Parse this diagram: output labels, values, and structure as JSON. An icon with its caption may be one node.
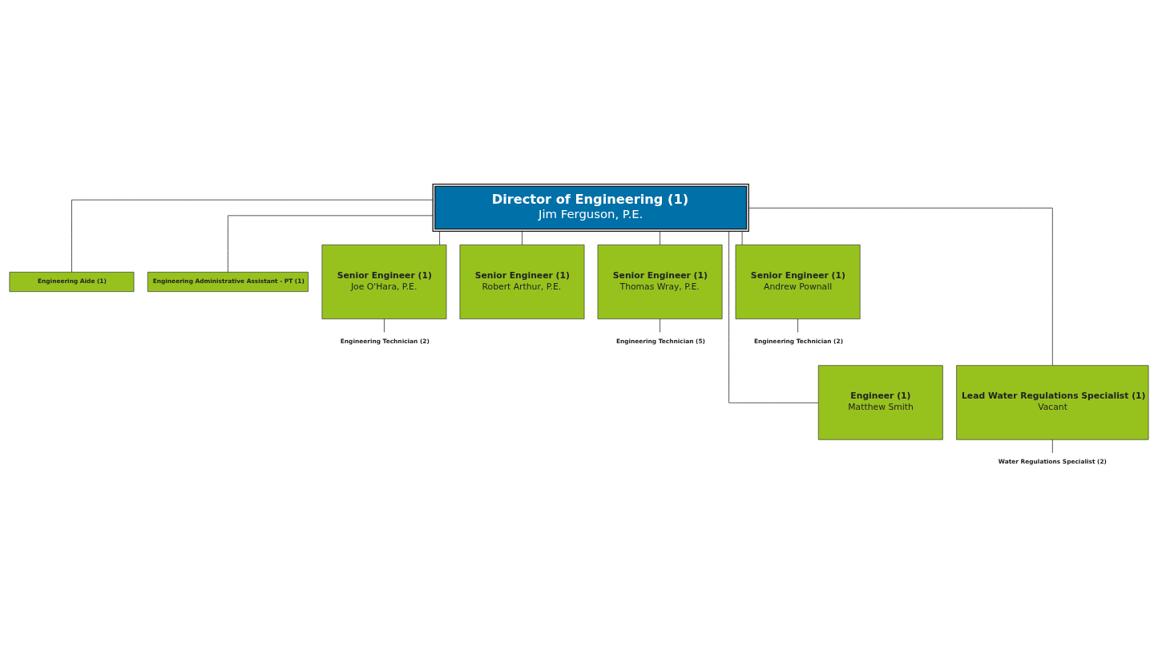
{
  "diagram": {
    "nodes": [
      {
        "text": [
          "Director of Engineering (1)",
          "Jim Ferguson, P.E."
        ]
      },
      {
        "text": [
          "Engineering Aide (1)"
        ]
      },
      {
        "text": [
          "Engineering Administrative Assistant - PT (1)"
        ]
      },
      {
        "text": [
          "Senior Engineer (1)",
          "Joe O'Hara, P.E."
        ]
      },
      {
        "text": [
          "Senior Engineer (1)",
          "Robert Arthur, P.E."
        ]
      },
      {
        "text": [
          "Senior Engineer (1)",
          "Thomas Wray, P.E."
        ]
      },
      {
        "text": [
          "Senior Engineer (1)",
          "Andrew Pownall"
        ]
      },
      {
        "text": [
          "Engineering Technician (2)"
        ]
      },
      {
        "text": [
          "Engineering Technician (5)"
        ]
      },
      {
        "text": [
          "Engineering Technician (2)"
        ]
      },
      {
        "text": [
          "Engineer (1)",
          "Matthew Smith"
        ]
      },
      {
        "text": [
          "Lead Water Regulations Specialist (1)",
          "Vacant"
        ]
      },
      {
        "text": [
          "Water Regulations Specialist (2)"
        ]
      }
    ],
    "edges": [
      {
        "from": 0,
        "to": 1,
        "arrow": "none"
      },
      {
        "from": 0,
        "to": 2,
        "arrow": "none"
      },
      {
        "from": 0,
        "to": 3,
        "arrow": "none"
      },
      {
        "from": 0,
        "to": 4,
        "arrow": "none"
      },
      {
        "from": 0,
        "to": 5,
        "arrow": "none"
      },
      {
        "from": 0,
        "to": 6,
        "arrow": "none"
      },
      {
        "from": 3,
        "to": 7,
        "arrow": "none"
      },
      {
        "from": 5,
        "to": 8,
        "arrow": "none"
      },
      {
        "from": 6,
        "to": 9,
        "arrow": "none"
      },
      {
        "from": 0,
        "to": 10,
        "arrow": "none"
      },
      {
        "from": 0,
        "to": 11,
        "arrow": "none"
      },
      {
        "from": 11,
        "to": 12,
        "arrow": "none"
      }
    ]
  }
}
